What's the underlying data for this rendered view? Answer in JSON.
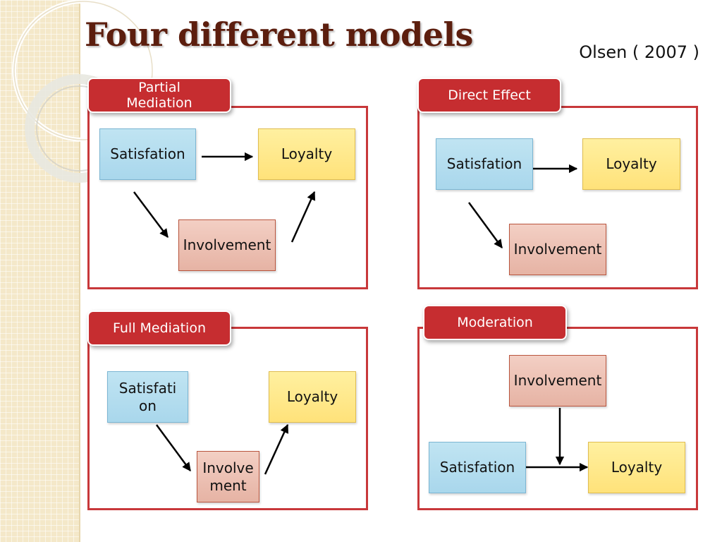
{
  "slide": {
    "title": "Four different models",
    "citation": "Olsen ( 2007 )"
  },
  "models": [
    {
      "label": "Partial Mediation",
      "satisfaction": "Satisfation",
      "loyalty": "Loyalty",
      "involvement": "Involvement"
    },
    {
      "label": "Direct Effect",
      "satisfaction": "Satisfation",
      "loyalty": "Loyalty",
      "involvement": "Involvement"
    },
    {
      "label": "Full Mediation",
      "satisfaction": "Satisfation",
      "loyalty": "Loyalty",
      "involvement": "Involvement"
    },
    {
      "label": "Moderation",
      "satisfaction": "Satisfation",
      "loyalty": "Loyalty",
      "involvement": "Involvement"
    }
  ],
  "colors": {
    "title": "#5c1e0e",
    "panel_border": "#c8383a",
    "tag_fill": "#c62d30",
    "satisfaction_fill": "#b3dcef",
    "loyalty_fill": "#ffe98c",
    "involvement_fill": "#ecbfb2"
  }
}
